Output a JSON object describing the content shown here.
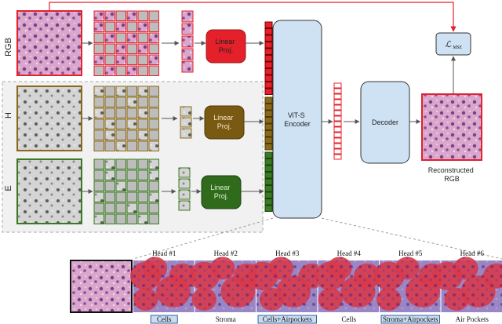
{
  "rows": {
    "rgb": {
      "label": "RGB",
      "proj": "Linear\nProj."
    },
    "h": {
      "label": "H",
      "proj": "Linear\nProj."
    },
    "e": {
      "label": "E",
      "proj": "Linear\nProj."
    }
  },
  "encoder": {
    "label": "ViT-S\nEncoder"
  },
  "decoder": {
    "label": "Decoder"
  },
  "loss": {
    "symbol": "ℒ",
    "subscript": "MSE"
  },
  "output": {
    "label": "Reconstructed\nRGB"
  },
  "heads": [
    {
      "title": "Head #1",
      "caption": "Cells",
      "boxed": true
    },
    {
      "title": "Head #2",
      "caption": "Stroma",
      "boxed": false
    },
    {
      "title": "Head #3",
      "caption": "Cells+Airpockets",
      "boxed": true
    },
    {
      "title": "Head #4",
      "caption": "Cells",
      "boxed": false
    },
    {
      "title": "Head #5",
      "caption": "Stroma+Airpockets",
      "boxed": true
    },
    {
      "title": "Head #6",
      "caption": "Air Pockets",
      "boxed": false
    }
  ],
  "colors": {
    "rgb": "#e4202b",
    "h": "#8a6a18",
    "e": "#3a7a22",
    "encoder": "#cfe2f3",
    "decoder": "#cfe2f3",
    "panel": "#f1f1f1",
    "tissue_pink": "#d7a0c8",
    "attn_red": "#d83a4a",
    "attn_blue": "#8aa6e8"
  }
}
